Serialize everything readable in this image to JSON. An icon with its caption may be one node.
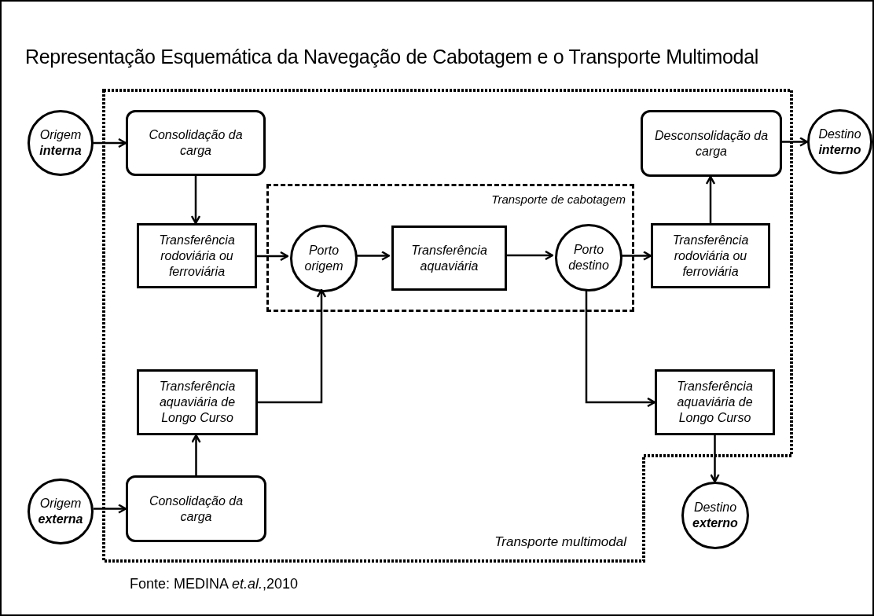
{
  "diagram": {
    "title": "Representação Esquemática da Navegação de Cabotagem e o Transporte Multimodal",
    "caption": "Fonte: MEDINA *et.al.*,2010",
    "nodes": [
      {
        "text": [
          "Transporte multimodal"
        ]
      },
      {
        "text": [
          "Origem **interna**"
        ]
      },
      {
        "text": [
          "Consolidação da carga"
        ],
        "in": 0
      },
      {
        "text": [
          "Desconsolidação da carga"
        ],
        "in": 0
      },
      {
        "text": [
          "Destino **interno**"
        ]
      },
      {
        "text": [
          "Transporte de cabotagem"
        ],
        "in": 0
      },
      {
        "text": [
          "Transferência rodoviária ou ferroviária"
        ],
        "in": 0
      },
      {
        "text": [
          "Porto origem"
        ],
        "in": 5
      },
      {
        "text": [
          "Transferência aquaviária"
        ],
        "in": 5
      },
      {
        "text": [
          "Porto destino"
        ],
        "in": 5
      },
      {
        "text": [
          "Transferência rodoviária ou ferroviária"
        ],
        "in": 0
      },
      {
        "text": [
          "Transferência aquaviária de Longo Curso"
        ],
        "in": 0
      },
      {
        "text": [
          "Transferência aquaviária de Longo Curso"
        ],
        "in": 0
      },
      {
        "text": [
          "Origem **externa**"
        ]
      },
      {
        "text": [
          "Consolidação da carga"
        ],
        "in": 0
      },
      {
        "text": [
          "Destino **externo**"
        ]
      }
    ],
    "edges": [
      {
        "from": 1,
        "to": 2,
        "arrow": "to"
      },
      {
        "from": 2,
        "to": 6,
        "arrow": "to"
      },
      {
        "from": 6,
        "to": 7,
        "arrow": "to"
      },
      {
        "from": 7,
        "to": 8,
        "arrow": "to"
      },
      {
        "from": 8,
        "to": 9,
        "arrow": "to"
      },
      {
        "from": 9,
        "to": 10,
        "arrow": "to"
      },
      {
        "from": 10,
        "to": 3,
        "arrow": "to"
      },
      {
        "from": 3,
        "to": 4,
        "arrow": "to"
      },
      {
        "from": 11,
        "to": 7,
        "arrow": "to"
      },
      {
        "from": 9,
        "to": 12,
        "arrow": "to"
      },
      {
        "from": 12,
        "to": 15,
        "arrow": "to"
      },
      {
        "from": 13,
        "to": 14,
        "arrow": "to"
      },
      {
        "from": 14,
        "to": 11,
        "arrow": "to"
      }
    ]
  }
}
